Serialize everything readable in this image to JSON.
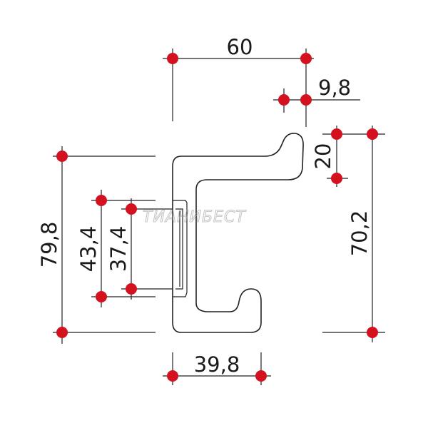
{
  "watermark": "ТИАНИБЕСТ",
  "colors": {
    "marker": "#d4121f",
    "line": "#222222",
    "text": "#1a1a1a",
    "background": "#ffffff"
  },
  "dimensions": {
    "overall_width": "60",
    "offset": "9,8",
    "top_hook_height": "20",
    "total_right_height": "70,2",
    "total_height": "79,8",
    "plate_outer_height": "43,4",
    "plate_inner_height": "37,4",
    "bottom_width": "39,8"
  }
}
